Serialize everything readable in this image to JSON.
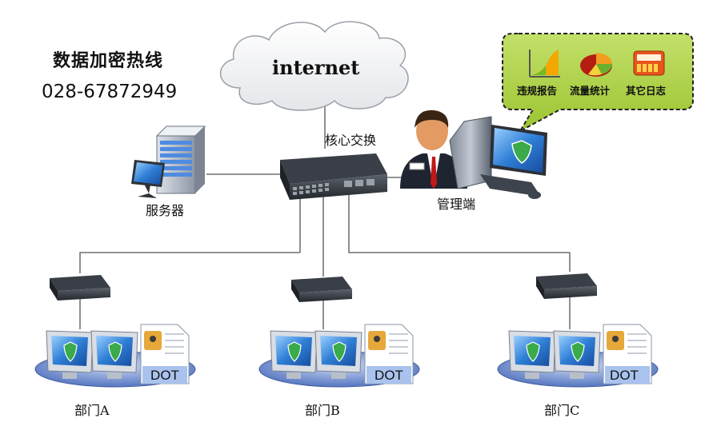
{
  "hotline": {
    "title": "数据加密热线",
    "phone": "028-67872949"
  },
  "network": {
    "cloud_label": "internet",
    "core_switch_label": "核心交换",
    "server_label": "服务器",
    "admin_label": "管理端"
  },
  "features": [
    "违规报告",
    "流量统计",
    "其它日志"
  ],
  "departments": [
    {
      "label": "部门A",
      "file_label": "DOT"
    },
    {
      "label": "部门B",
      "file_label": "DOT"
    },
    {
      "label": "部门C",
      "file_label": "DOT"
    }
  ],
  "colors": {
    "callout_fill": "#a8cf3f",
    "callout_border": "#222222",
    "link_line": "#555555",
    "ellipse_fill": "#6f8fcf",
    "screen_fill": "#2a6fc9",
    "shield_green": "#3aaa4a"
  }
}
